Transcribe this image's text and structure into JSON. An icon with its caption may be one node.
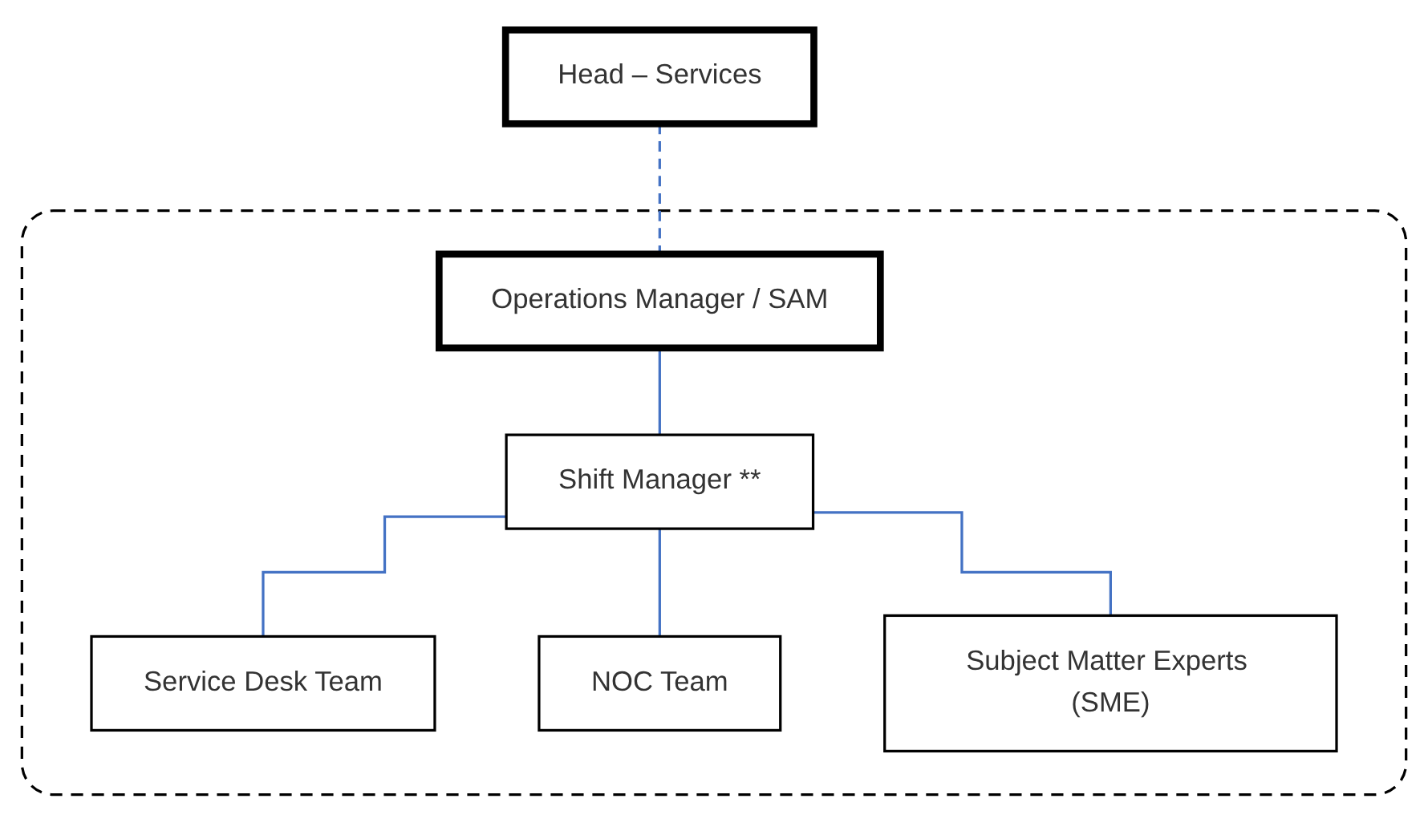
{
  "diagram": {
    "nodes": [
      {
        "text": [
          "Head – Services"
        ]
      },
      {
        "text": [],
        "shape": "box"
      },
      {
        "text": [
          "Operations Manager / SAM"
        ],
        "in": 1
      },
      {
        "text": [
          "Shift Manager **"
        ],
        "in": 1
      },
      {
        "text": [
          "Service Desk Team"
        ],
        "in": 1
      },
      {
        "text": [
          "NOC Team"
        ],
        "in": 1
      },
      {
        "text": [
          "Subject Matter Experts (SME)"
        ],
        "in": 1
      }
    ],
    "edges": [
      {
        "from": 0,
        "to": 2,
        "arrow": "none",
        "style": "dashed"
      },
      {
        "from": 2,
        "to": 3,
        "arrow": "none"
      },
      {
        "from": 3,
        "to": 4,
        "arrow": "none"
      },
      {
        "from": 3,
        "to": 5,
        "arrow": "none"
      },
      {
        "from": 3,
        "to": 6,
        "arrow": "none"
      }
    ]
  }
}
